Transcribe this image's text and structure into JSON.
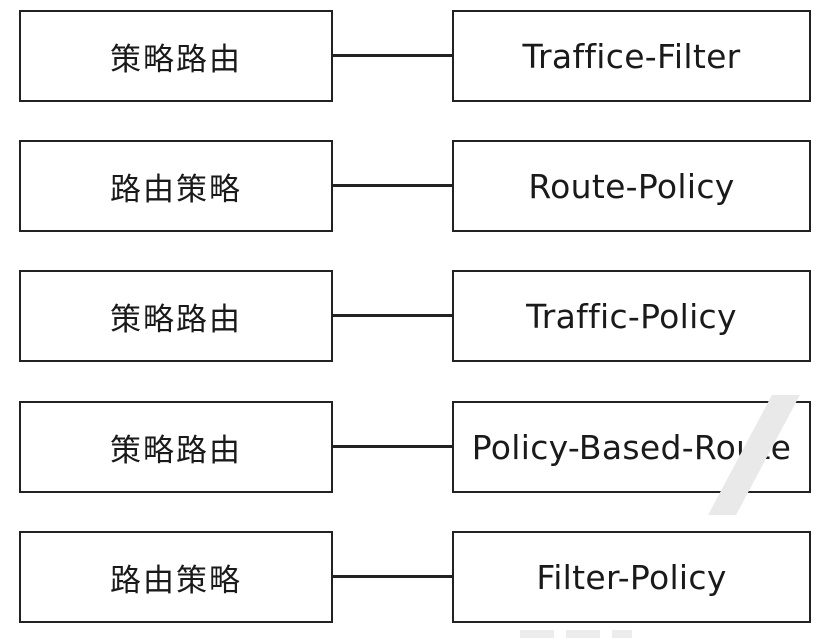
{
  "rows": [
    {
      "term": "策略路由",
      "command": "Traffice-Filter"
    },
    {
      "term": "路由策略",
      "command": "Route-Policy"
    },
    {
      "term": "策略路由",
      "command": "Traffic-Policy"
    },
    {
      "term": "策略路由",
      "command": "Policy-Based-Route"
    },
    {
      "term": "路由策略",
      "command": "Filter-Policy"
    }
  ]
}
